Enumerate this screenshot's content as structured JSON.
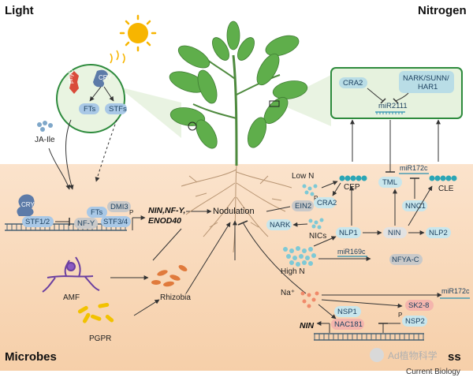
{
  "quadrants": {
    "light": "Light",
    "nitrogen": "Nitrogen",
    "microbes": "Microbes",
    "salt": "ss"
  },
  "credit": "Current Biology",
  "watermark": "Ad植物科学",
  "center": "Nodulation",
  "light": {
    "phyB": "phyB",
    "cry": "CRY",
    "fts": "FTs",
    "stfs": "STFs",
    "ja": "JA-Ile"
  },
  "complex": {
    "cry": "CRY",
    "stf12": "STF1/2",
    "nfy": "NF-Y",
    "fts": "FTs",
    "dmi3": "DMI3",
    "stf34": "STF3/4",
    "p": "P"
  },
  "genes": {
    "nin_line1": "NIN,NF-Y,",
    "nin_line2": "ENOD40",
    "nin_salt": "NIN"
  },
  "microbes": {
    "amf": "AMF",
    "rhizobia": "Rhizobia",
    "pgpr": "PGPR"
  },
  "nitrogen": {
    "cra2_top": "CRA2",
    "nark_line1": "NARK/SUNN/",
    "nark_line2": "HAR1",
    "mir2111": "miR2111",
    "low_n": "Low N",
    "cep": "CEP",
    "tml": "TML",
    "mir172c": "miR172c",
    "cle": "CLE",
    "ein2": "EIN2",
    "p": "P",
    "cra2": "CRA2",
    "nnc1": "NNC1",
    "nics": "NICs",
    "nark": "NARK",
    "nlp1": "NLP1",
    "nin": "NIN",
    "nlp2": "NLP2",
    "high_n": "High N",
    "mir169c": "miR169c",
    "nfyac": "NFYA-C"
  },
  "salt": {
    "na": "Na⁺",
    "mir172c": "miR172c",
    "sk28": "SK2-8",
    "p": "P",
    "nsp1": "NSP1",
    "nsp2": "NSP2",
    "nac181": "NAC181"
  }
}
